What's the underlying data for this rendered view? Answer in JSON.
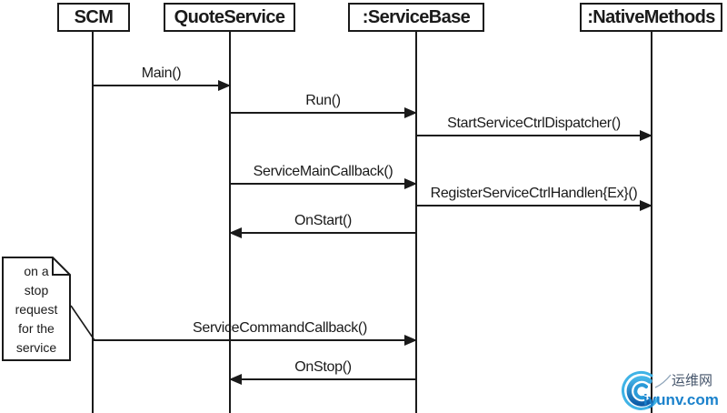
{
  "diagram": {
    "actors": [
      {
        "name": "SCM"
      },
      {
        "name": "QuoteService"
      },
      {
        "name": ":ServiceBase"
      },
      {
        "name": ":NativeMethods"
      }
    ],
    "messages": [
      {
        "label": "Main()",
        "from": "SCM",
        "to": "QuoteService",
        "direction": "right"
      },
      {
        "label": "Run()",
        "from": "QuoteService",
        "to": ":ServiceBase",
        "direction": "right"
      },
      {
        "label": "StartServiceCtrlDispatcher()",
        "from": ":ServiceBase",
        "to": ":NativeMethods",
        "direction": "right"
      },
      {
        "label": "ServiceMainCallback()",
        "from": "QuoteService",
        "to": ":ServiceBase",
        "direction": "right"
      },
      {
        "label": "RegisterServiceCtrlHandlen{Ex}()",
        "from": ":ServiceBase",
        "to": ":NativeMethods",
        "direction": "right"
      },
      {
        "label": "OnStart()",
        "from": ":ServiceBase",
        "to": "QuoteService",
        "direction": "left"
      },
      {
        "label": "ServiceCommandCallback()",
        "from": "SCM",
        "to": ":ServiceBase",
        "direction": "right"
      },
      {
        "label": "OnStop()",
        "from": ":ServiceBase",
        "to": "QuoteService",
        "direction": "left"
      }
    ],
    "note": {
      "text": "on a stop request for the service",
      "lines": [
        "on a",
        "stop",
        "request",
        "for the",
        "service"
      ]
    }
  },
  "watermark": {
    "site_name": "运维网",
    "site_url": "iyunv.com",
    "colors": {
      "swirl_light": "#45b5e8",
      "swirl_dark": "#0d5ca8",
      "name_color": "#44546a",
      "url_color": "#1b82cc"
    }
  },
  "colors": {
    "ink": "#1a1a1a",
    "background": "#ffffff"
  }
}
